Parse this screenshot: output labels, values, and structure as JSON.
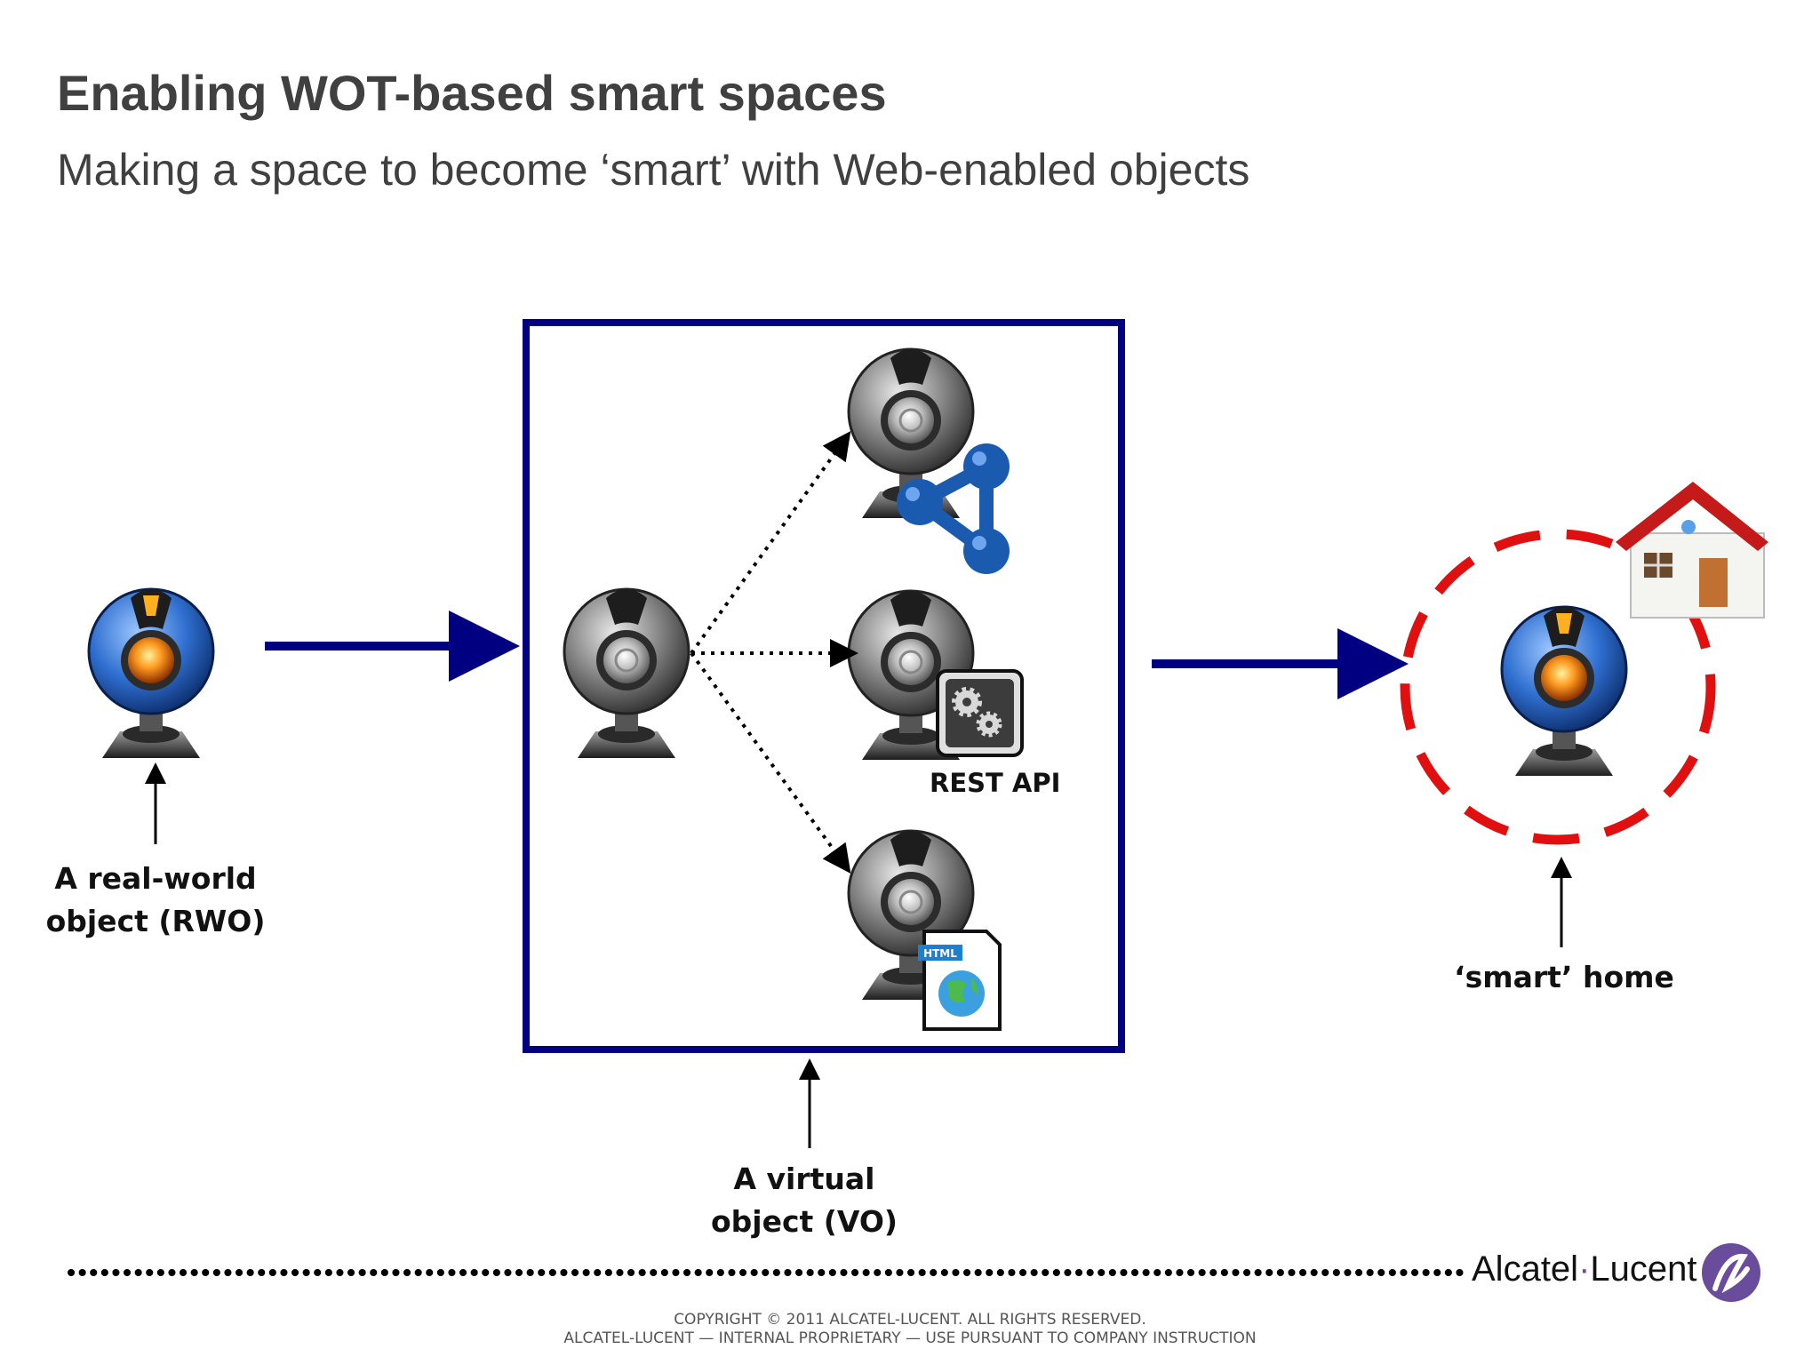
{
  "slide": {
    "title": "Enabling WOT-based smart spaces",
    "subtitle": "Making a space to become ‘smart’ with Web-enabled objects"
  },
  "labels": {
    "rwo": [
      "A real-world",
      "object (RWO)"
    ],
    "vo": [
      "A virtual",
      "object (VO)"
    ],
    "smart_home": "‘smart’ home",
    "rest_api": "REST API",
    "html_badge": "HTML"
  },
  "brand": {
    "name_left": "Alcatel",
    "separator": "·",
    "name_right": "Lucent"
  },
  "footer": {
    "copyright": "COPYRIGHT © 2011 ALCATEL-LUCENT.  ALL RIGHTS RESERVED.",
    "notice": "ALCATEL-LUCENT — INTERNAL PROPRIETARY —  USE PURSUANT TO COMPANY INSTRUCTION"
  },
  "colors": {
    "title": "#404040",
    "arrow_navy": "#000080",
    "vo_box_border": "#000080",
    "smart_circle": "#e01010",
    "share_icon": "#1a5bb0",
    "brand_purple": "#6a4c9c"
  },
  "icons": [
    "webcam-icon",
    "share-network-icon",
    "gears-icon",
    "html-document-icon",
    "house-icon",
    "alcatel-lucent-logo"
  ]
}
